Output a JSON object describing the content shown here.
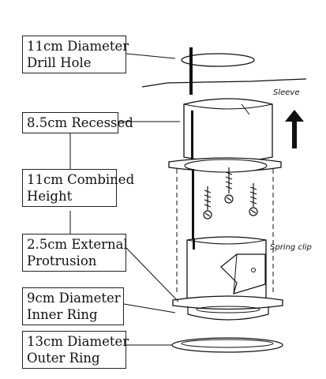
{
  "labels": [
    {
      "id": "drill",
      "lines": [
        "11cm Diameter",
        "Drill Hole"
      ]
    },
    {
      "id": "recessed",
      "lines": [
        "8.5cm Recessed"
      ]
    },
    {
      "id": "combined",
      "lines": [
        "11cm Combined",
        "Height"
      ]
    },
    {
      "id": "external",
      "lines": [
        "2.5cm External",
        "Protrusion"
      ]
    },
    {
      "id": "inner",
      "lines": [
        "9cm Diameter",
        "Inner Ring"
      ]
    },
    {
      "id": "outer",
      "lines": [
        "13cm Diameter",
        "Outer Ring"
      ]
    }
  ],
  "callouts": {
    "sleeve": "Sleeve",
    "spring_clip": "Spring clip"
  }
}
